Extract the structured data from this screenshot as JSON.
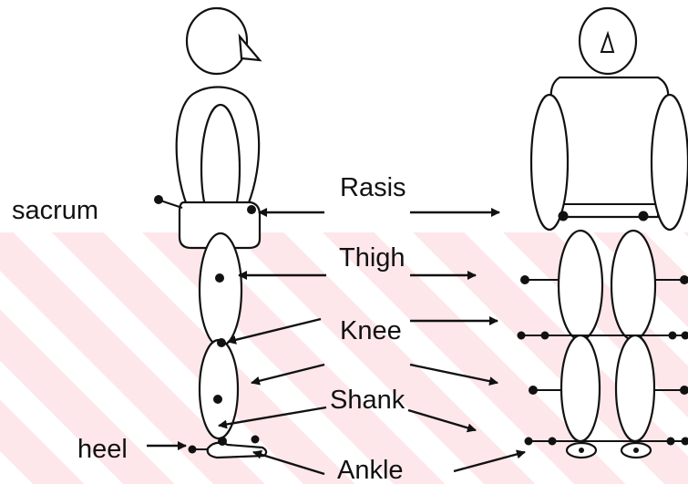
{
  "labels": {
    "sacrum": "sacrum",
    "rasis": "Rasis",
    "thigh": "Thigh",
    "knee": "Knee",
    "shank": "Shank",
    "heel": "heel",
    "ankle": "Ankle"
  },
  "colors": {
    "ink": "#111111",
    "watermark_band": "#fde3e6",
    "background": "#ffffff"
  }
}
